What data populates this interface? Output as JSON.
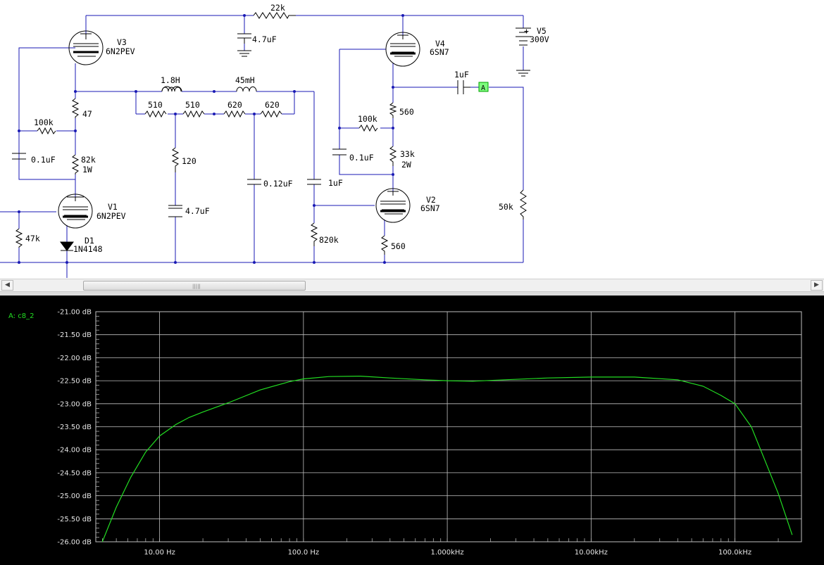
{
  "schematic": {
    "components": {
      "v3": {
        "name": "V3",
        "part": "6N2PEV"
      },
      "v4": {
        "name": "V4",
        "part": "6SN7"
      },
      "v1": {
        "name": "V1",
        "part": "6N2PEV"
      },
      "v2": {
        "name": "V2",
        "part": "6SN7"
      },
      "v5": {
        "name": "V5",
        "value": "300V"
      },
      "d1": {
        "name": "D1",
        "part": "1N4148"
      },
      "r_22k": "22k",
      "c_4_7uf_top": "4.7uF",
      "l_1_8h": "1.8H",
      "l_45mh": "45mH",
      "r_510a": "510",
      "r_510b": "510",
      "r_620a": "620",
      "r_620b": "620",
      "r_47": "47",
      "r_100k_left": "100k",
      "c_0_1uf_left": "0.1uF",
      "r_82k": "82k",
      "r_82k_power": "1W",
      "r_120": "120",
      "c_4_7uf_mid": "4.7uF",
      "c_0_12uf": "0.12uF",
      "c_1uf_mid": "1uF",
      "r_820k": "820k",
      "r_47k": "47k",
      "r_560_top": "560",
      "r_100k_right": "100k",
      "c_0_1uf_right": "0.1uF",
      "r_33k": "33k",
      "r_33k_power": "2W",
      "r_560_bottom": "560",
      "c_1uf_out": "1uF",
      "r_50k": "50k",
      "probe_label": "A"
    }
  },
  "scrollbar": {
    "left_arrow": "◀",
    "right_arrow": "▶",
    "grip": "|||||"
  },
  "plot": {
    "trace_label": "A: c8_2",
    "colors": {
      "background": "#000000",
      "grid": "#c0c0c0",
      "trace": "#22dd22",
      "label": "#22dd22"
    }
  },
  "chart_data": {
    "type": "line",
    "title": "",
    "xlabel": "",
    "ylabel": "",
    "xscale": "log",
    "xlim": [
      3.6,
      290000
    ],
    "ylim": [
      -26.0,
      -21.0
    ],
    "x_ticks": [
      10,
      100,
      1000,
      10000,
      100000
    ],
    "x_tick_labels": [
      "10.00 Hz",
      "100.0 Hz",
      "1.000kHz",
      "10.00kHz",
      "100.0kHz"
    ],
    "y_ticks": [
      -21.0,
      -21.5,
      -22.0,
      -22.5,
      -23.0,
      -23.5,
      -24.0,
      -24.5,
      -25.0,
      -25.5,
      -26.0
    ],
    "y_tick_labels": [
      "-21.00 dB",
      "-21.50 dB",
      "-22.00 dB",
      "-22.50 dB",
      "-23.00 dB",
      "-23.50 dB",
      "-24.00 dB",
      "-24.50 dB",
      "-25.00 dB",
      "-25.50 dB",
      "-26.00 dB"
    ],
    "grid": true,
    "series": [
      {
        "name": "A: c8_2",
        "x": [
          4.0,
          5.0,
          6.3,
          8.0,
          10,
          13,
          16,
          20,
          30,
          50,
          80,
          100,
          150,
          250,
          400,
          700,
          1000,
          1500,
          2500,
          5000,
          10000,
          20000,
          40000,
          60000,
          80000,
          100000,
          130000,
          160000,
          200000,
          250000
        ],
        "y": [
          -26.0,
          -25.25,
          -24.6,
          -24.05,
          -23.7,
          -23.45,
          -23.3,
          -23.18,
          -22.98,
          -22.7,
          -22.52,
          -22.46,
          -22.41,
          -22.4,
          -22.44,
          -22.48,
          -22.5,
          -22.51,
          -22.48,
          -22.44,
          -22.42,
          -22.42,
          -22.48,
          -22.62,
          -22.82,
          -23.0,
          -23.5,
          -24.2,
          -24.95,
          -25.85
        ]
      }
    ]
  }
}
